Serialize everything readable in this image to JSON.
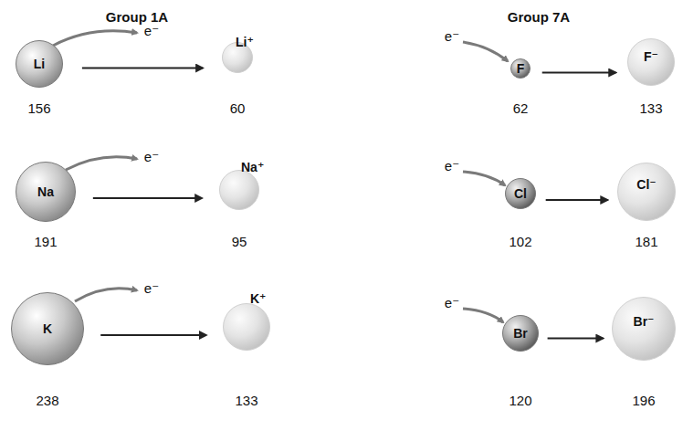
{
  "diagram": {
    "nodes": [
      {
        "text": [
          "Li",
          "156"
        ]
      },
      {
        "text": [
          "Li⁺",
          "60"
        ]
      },
      {
        "text": [
          "F",
          "62"
        ]
      },
      {
        "text": [
          "F⁻",
          "133"
        ]
      },
      {
        "text": [
          "Na",
          "191"
        ]
      },
      {
        "text": [
          "Na⁺",
          "95"
        ]
      },
      {
        "text": [
          "Cl",
          "102"
        ]
      },
      {
        "text": [
          "Cl⁻",
          "181"
        ]
      },
      {
        "text": [
          "K",
          "238"
        ]
      },
      {
        "text": [
          "K⁺",
          "133"
        ]
      },
      {
        "text": [
          "Br",
          "120"
        ]
      },
      {
        "text": [
          "Br⁻",
          "196"
        ]
      }
    ],
    "edges": [
      {
        "from": 0,
        "to": 1,
        "arrow": "to"
      },
      {
        "from": 2,
        "to": 3,
        "arrow": "to"
      },
      {
        "from": 4,
        "to": 5,
        "arrow": "to"
      },
      {
        "from": 6,
        "to": 7,
        "arrow": "to"
      },
      {
        "from": 8,
        "to": 9,
        "arrow": "to"
      },
      {
        "from": 10,
        "to": 11,
        "arrow": "to"
      }
    ],
    "labels": [
      "Group 1A",
      "Group 7A",
      "e⁻",
      "e⁻",
      "e⁻",
      "e⁻",
      "e⁻",
      "e⁻"
    ]
  }
}
